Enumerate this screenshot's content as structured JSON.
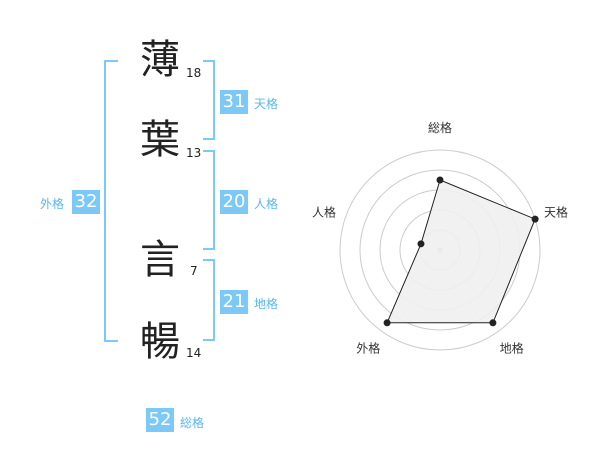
{
  "characters": [
    {
      "char": "薄",
      "strokes": "18"
    },
    {
      "char": "葉",
      "strokes": "13"
    },
    {
      "char": "言",
      "strokes": "7"
    },
    {
      "char": "暢",
      "strokes": "14"
    }
  ],
  "kakusu": {
    "tenkaku": {
      "value": "31",
      "label": "天格"
    },
    "jinkaku": {
      "value": "20",
      "label": "人格"
    },
    "chikaku": {
      "value": "21",
      "label": "地格"
    },
    "gaikaku": {
      "value": "32",
      "label": "外格"
    },
    "soukaku": {
      "value": "52",
      "label": "総格"
    }
  },
  "chart_data": {
    "type": "radar",
    "axes": [
      "総格",
      "天格",
      "地格",
      "外格",
      "人格"
    ],
    "values": [
      3.5,
      5,
      4.5,
      4.5,
      1
    ],
    "max": 5,
    "rings": 5,
    "colors": {
      "fill": "#efefef",
      "line": "#222222",
      "grid": "#cccccc"
    }
  }
}
